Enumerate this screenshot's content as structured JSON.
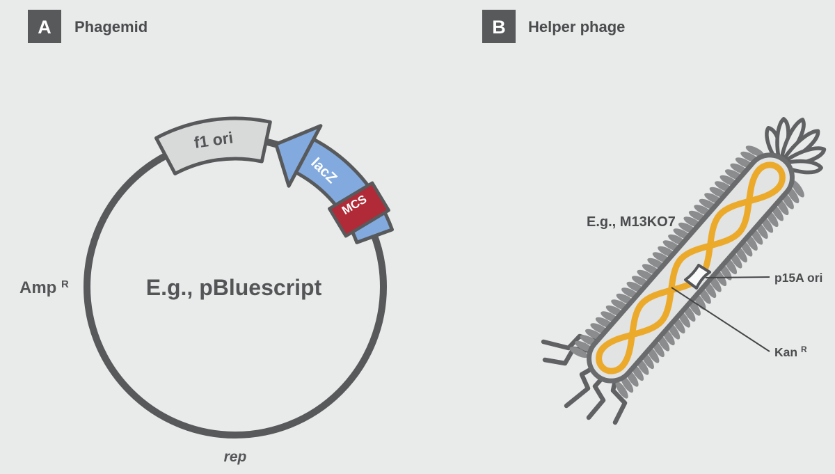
{
  "panel_a": {
    "tag": "A",
    "title": "Phagemid"
  },
  "panel_b": {
    "tag": "B",
    "title": "Helper phage"
  },
  "plasmid": {
    "center_label": "E.g., pBluescript",
    "f1_ori": "f1 ori",
    "lacz": "lacZ",
    "mcs": "MCS",
    "rep": "rep",
    "amp_base": "Amp",
    "amp_sup": "R"
  },
  "phage": {
    "example_label": "E.g., M13KO7",
    "p15a_ori": "p15A ori",
    "kan_base": "Kan",
    "kan_sup": "R"
  },
  "colors": {
    "background": "#e9eaea",
    "outline_gray": "#58595b",
    "feature_light_gray": "#d8d9d9",
    "lacz_blue": "#82aade",
    "mcs_red": "#b02b37",
    "dna_yellow": "#ecaa2b",
    "capsid_fill": "#e2e3e3",
    "fringe_gray": "#8b8c8e"
  }
}
